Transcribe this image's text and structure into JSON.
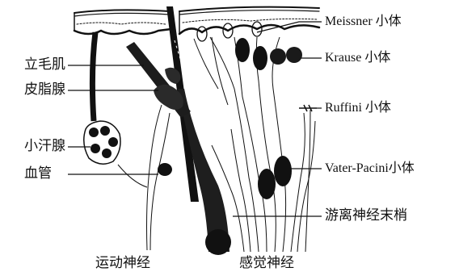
{
  "labels": {
    "left": {
      "arrector_pili": "立毛肌",
      "sebaceous_gland": "皮脂腺",
      "sweat_gland": "小汗腺",
      "blood_vessel": "血管"
    },
    "right": {
      "meissner": "Meissner 小体",
      "krause": "Krause 小体",
      "ruffini": "Ruffini 小体",
      "vater_pacini": "Vater-Pacini小体",
      "free_nerve_endings": "游离神经末梢"
    },
    "bottom": {
      "motor_nerve": "运动神经",
      "sensory_nerve": "感觉神经"
    }
  },
  "colors": {
    "ink": "#111111",
    "background": "#ffffff",
    "body_tone": "#2a2a2a"
  }
}
